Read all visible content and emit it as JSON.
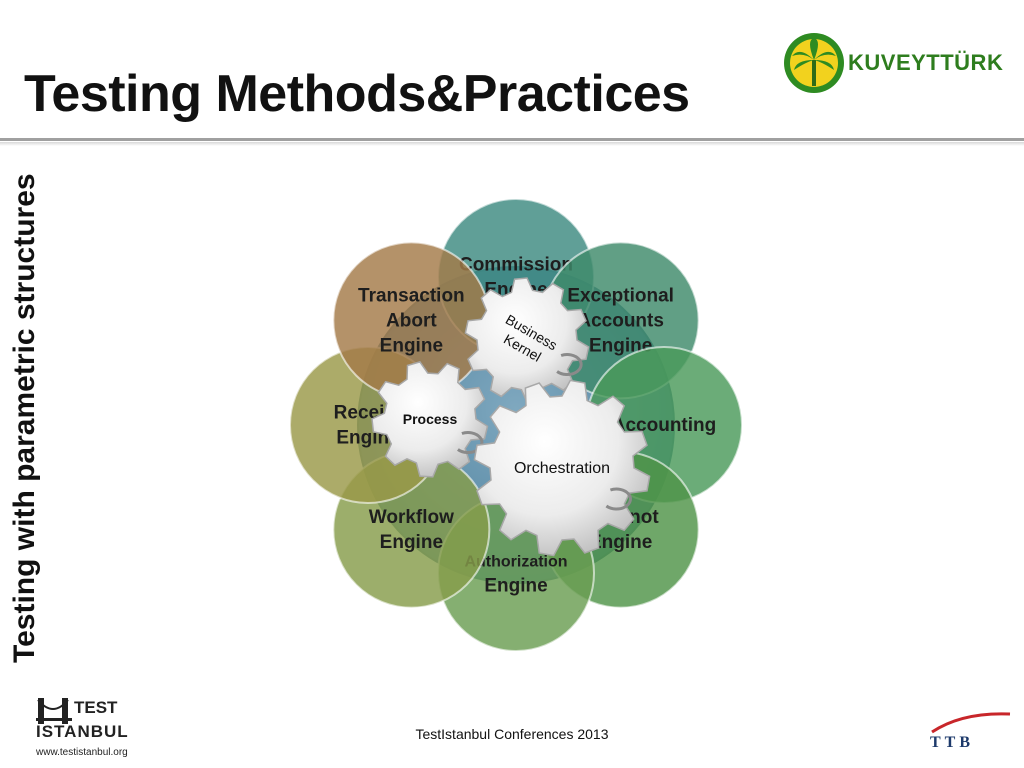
{
  "header": {
    "title": "Testing Methods&Practices",
    "logo_brand": "KUVEYTTÜRK"
  },
  "side_label": "Testing with parametric structures",
  "diagram": {
    "circles": [
      {
        "label": "Commission Engine",
        "lines": [
          "Commission",
          "Engine"
        ],
        "color": "#3d8a80"
      },
      {
        "label": "Exceptional Accounts Engine",
        "lines": [
          "Exceptional",
          "Accounts",
          "Engine"
        ],
        "color": "#3e8a6a"
      },
      {
        "label": "Accounting",
        "lines": [
          "Accounting"
        ],
        "color": "#4a9a5a"
      },
      {
        "label": "Banknot Engine",
        "lines": [
          "Banknot",
          "Engine"
        ],
        "color": "#4f9448"
      },
      {
        "label": "Authorization Engine",
        "lines": [
          "Authorization",
          "Engine"
        ],
        "color": "#6a9e52"
      },
      {
        "label": "Workflow Engine",
        "lines": [
          "Workflow",
          "Engine"
        ],
        "color": "#869c4a"
      },
      {
        "label": "Receipt Engine",
        "lines": [
          "Receipt",
          "Engine"
        ],
        "color": "#9a9848"
      },
      {
        "label": "Transaction Abort Engine",
        "lines": [
          "Transaction",
          "Abort",
          "Engine"
        ],
        "color": "#a47a48"
      }
    ],
    "gears": [
      {
        "label": "Business Kernel",
        "lines": [
          "Business",
          "Kernel"
        ]
      },
      {
        "label": "Process",
        "lines": [
          "Process"
        ]
      },
      {
        "label": "Orchestration",
        "lines": [
          "Orchestration"
        ]
      }
    ],
    "center_color": "#5a8ca8"
  },
  "footer": {
    "text": "TestIstanbul Conferences 2013",
    "logo_left_line1": "TEST",
    "logo_left_line2": "ISTANBUL",
    "logo_left_url": "www.testistanbul.org",
    "logo_right": "TTB"
  }
}
